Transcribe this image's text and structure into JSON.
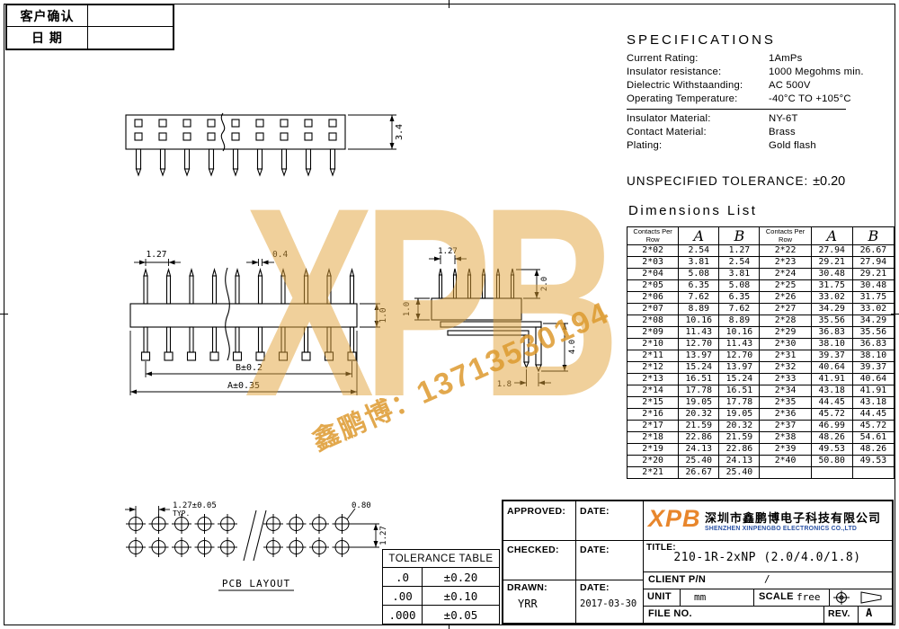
{
  "colors": {
    "line": "#000000",
    "watermark_orange": "#e2a339",
    "logo_orange": "#e8862c",
    "company_blue": "#2c53a5"
  },
  "client_block": {
    "row1_label": "客户确认",
    "row2_label": "日 期"
  },
  "specifications": {
    "title": "SPECIFICATIONS",
    "items": [
      {
        "label": "Current Rating:",
        "value": "1AmPs"
      },
      {
        "label": "Insulator resistance:",
        "value": "1000 Megohms min."
      },
      {
        "label": "Dielectric Withstaanding:",
        "value": "AC 500V"
      },
      {
        "label": "Operating Temperature:",
        "value": "-40°C TO +105°C"
      },
      {
        "label": "Insulator Material:",
        "value": "NY-6T"
      },
      {
        "label": "Contact Material:",
        "value": "Brass"
      },
      {
        "label": "Plating:",
        "value": "Gold flash"
      }
    ]
  },
  "tolerance_note": {
    "label": "UNSPECIFIED TOLERANCE:",
    "value": "±0.20"
  },
  "dimensions_list": {
    "title": "Dimensions List",
    "headers": [
      "Contacts Per Row",
      "A",
      "B",
      "Contacts Per Row",
      "A",
      "B"
    ],
    "rows": [
      [
        "2*02",
        "2.54",
        "1.27",
        "2*22",
        "27.94",
        "26.67"
      ],
      [
        "2*03",
        "3.81",
        "2.54",
        "2*23",
        "29.21",
        "27.94"
      ],
      [
        "2*04",
        "5.08",
        "3.81",
        "2*24",
        "30.48",
        "29.21"
      ],
      [
        "2*05",
        "6.35",
        "5.08",
        "2*25",
        "31.75",
        "30.48"
      ],
      [
        "2*06",
        "7.62",
        "6.35",
        "2*26",
        "33.02",
        "31.75"
      ],
      [
        "2*07",
        "8.89",
        "7.62",
        "2*27",
        "34.29",
        "33.02"
      ],
      [
        "2*08",
        "10.16",
        "8.89",
        "2*28",
        "35.56",
        "34.29"
      ],
      [
        "2*09",
        "11.43",
        "10.16",
        "2*29",
        "36.83",
        "35.56"
      ],
      [
        "2*10",
        "12.70",
        "11.43",
        "2*30",
        "38.10",
        "36.83"
      ],
      [
        "2*11",
        "13.97",
        "12.70",
        "2*31",
        "39.37",
        "38.10"
      ],
      [
        "2*12",
        "15.24",
        "13.97",
        "2*32",
        "40.64",
        "39.37"
      ],
      [
        "2*13",
        "16.51",
        "15.24",
        "2*33",
        "41.91",
        "40.64"
      ],
      [
        "2*14",
        "17.78",
        "16.51",
        "2*34",
        "43.18",
        "41.91"
      ],
      [
        "2*15",
        "19.05",
        "17.78",
        "2*35",
        "44.45",
        "43.18"
      ],
      [
        "2*16",
        "20.32",
        "19.05",
        "2*36",
        "45.72",
        "44.45"
      ],
      [
        "2*17",
        "21.59",
        "20.32",
        "2*37",
        "46.99",
        "45.72"
      ],
      [
        "2*18",
        "22.86",
        "21.59",
        "2*38",
        "48.26",
        "54.61"
      ],
      [
        "2*19",
        "24.13",
        "22.86",
        "2*39",
        "49.53",
        "48.26"
      ],
      [
        "2*20",
        "25.40",
        "24.13",
        "2*40",
        "50.80",
        "49.53"
      ],
      [
        "2*21",
        "26.67",
        "25.40",
        "",
        "",
        ""
      ]
    ]
  },
  "drawings": {
    "front_view": {
      "dim_height": "3.4"
    },
    "side_view": {
      "dim_pitch": "1.27",
      "dim_width": "0.4",
      "dim_thickness": "1.0",
      "dim_b": "B±0.2",
      "dim_a": "A±0.35"
    },
    "angle_view": {
      "dim_pitch": "1.27",
      "dim_thickness": "1.0",
      "dim_top_length": "2.0",
      "dim_tail_length": "4.0",
      "dim_offset": "1.8"
    },
    "pcb_layout": {
      "dim_pitch": "1.27±0.05",
      "typ_label": "TYP.",
      "dim_hole": "0.80",
      "dim_row_pitch": "1.27",
      "label": "PCB LAYOUT"
    }
  },
  "tolerance_table": {
    "title": "TOLERANCE TABLE",
    "rows": [
      [
        ".0",
        "±0.20"
      ],
      [
        ".00",
        "±0.10"
      ],
      [
        ".000",
        "±0.05"
      ]
    ]
  },
  "title_block": {
    "approved_label": "APPROVED:",
    "checked_label": "CHECKED:",
    "drawn_label": "DRAWN:",
    "date_label": "DATE:",
    "drawn_value": "YRR",
    "drawn_date": "2017-03-30",
    "logo_text": "XPB",
    "company_cn": "深圳市鑫鹏博电子科技有限公司",
    "company_en": "SHENZHEN XINPENGBO ELECTRONICS CO.,LTD",
    "title_label": "TITLE:",
    "part_number": "210-1R-2xNP (2.0/4.0/1.8)",
    "client_pn_label": "CLIENT P/N",
    "client_pn_value": "/",
    "unit_label": "UNIT",
    "unit_value": "mm",
    "scale_label": "SCALE",
    "scale_value": "free",
    "file_no_label": "FILE NO.",
    "rev_label": "REV.",
    "rev_value": "A"
  },
  "watermark": {
    "logo": "XPB",
    "name": "鑫鹏博：",
    "phone": "13713530194"
  }
}
